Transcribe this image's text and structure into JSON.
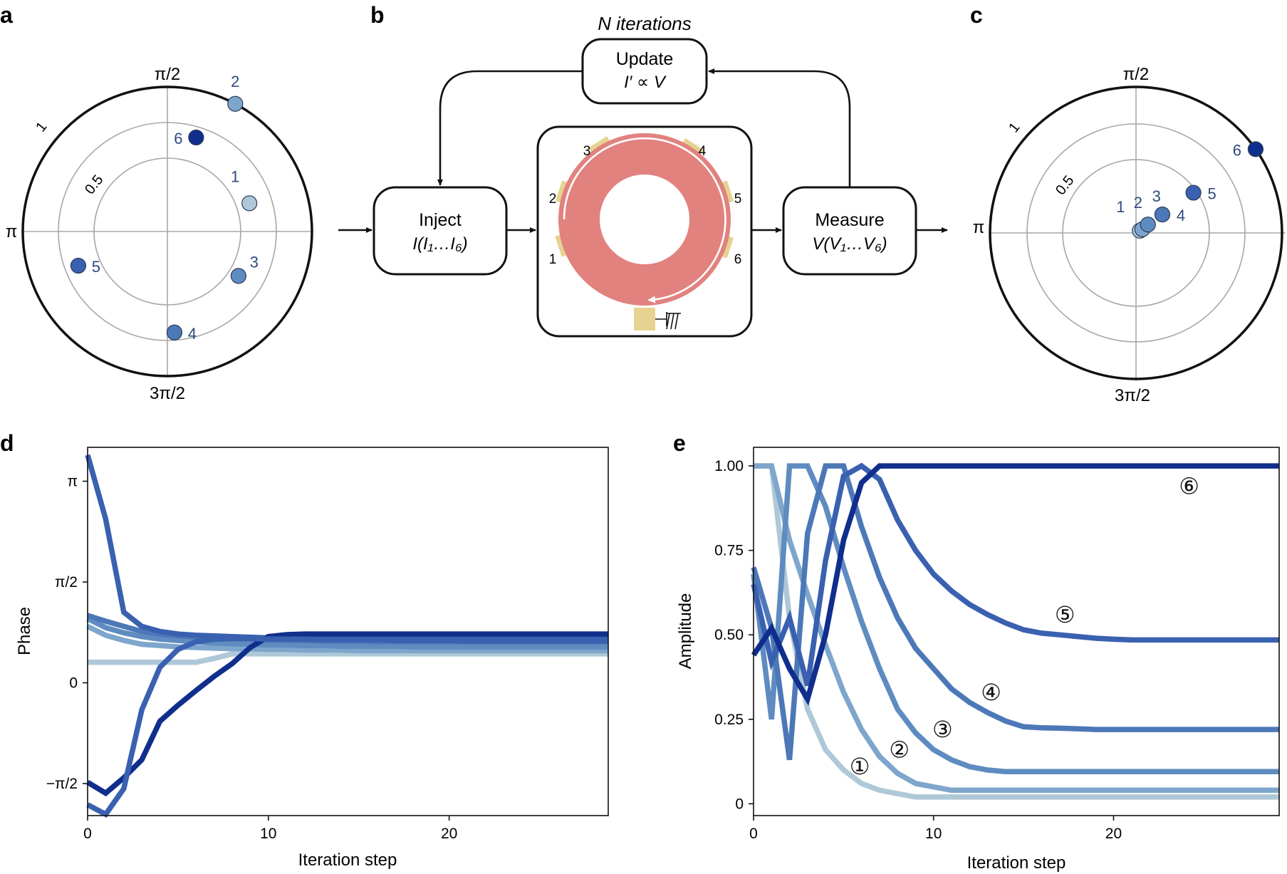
{
  "panel_labels": [
    "a",
    "b",
    "c",
    "d",
    "e"
  ],
  "colors": {
    "s1": "#afc8d8",
    "s2": "#7ea6cc",
    "s3": "#5f8cc0",
    "s4": "#4d78b8",
    "s5": "#3a60b0",
    "s6": "#102e8c",
    "ring": "#e1827f",
    "pad": "#e6d392",
    "label_text": "#2e4b7e"
  },
  "diagram": {
    "loop_label": "N iterations",
    "update_title": "Update",
    "update_formula": "I′ ∝ V",
    "inject_title": "Inject",
    "inject_formula": "I(I₁…I₆)",
    "measure_title": "Measure",
    "measure_formula": "V(V₁…V₆)",
    "contacts": [
      "1",
      "2",
      "3",
      "4",
      "5",
      "6"
    ]
  },
  "chart_data": [
    {
      "panel": "a",
      "type": "scatter",
      "coordinate_system": "polar",
      "angle_labels": [
        "π/2",
        "π",
        "3π/2"
      ],
      "radius_labels": [
        "0.5",
        "1"
      ],
      "rlim": [
        0,
        1
      ],
      "points": [
        {
          "label": "1",
          "r": 0.6,
          "theta_deg": 19
        },
        {
          "label": "2",
          "r": 1.0,
          "theta_deg": 62
        },
        {
          "label": "3",
          "r": 0.58,
          "theta_deg": -32
        },
        {
          "label": "4",
          "r": 0.7,
          "theta_deg": -86
        },
        {
          "label": "5",
          "r": 0.66,
          "theta_deg": 201
        },
        {
          "label": "6",
          "r": 0.68,
          "theta_deg": 73
        }
      ]
    },
    {
      "panel": "c",
      "type": "scatter",
      "coordinate_system": "polar",
      "angle_labels": [
        "π/2",
        "π",
        "3π/2"
      ],
      "radius_labels": [
        "0.5",
        "1"
      ],
      "rlim": [
        0,
        1
      ],
      "points": [
        {
          "label": "1",
          "r": 0.03,
          "theta_deg": 30
        },
        {
          "label": "2",
          "r": 0.05,
          "theta_deg": 30
        },
        {
          "label": "3",
          "r": 0.1,
          "theta_deg": 35
        },
        {
          "label": "4",
          "r": 0.22,
          "theta_deg": 35
        },
        {
          "label": "5",
          "r": 0.48,
          "theta_deg": 35
        },
        {
          "label": "6",
          "r": 1.0,
          "theta_deg": 35
        }
      ]
    },
    {
      "panel": "d",
      "type": "line",
      "xlabel": "Iteration step",
      "ylabel": "Phase",
      "xlim": [
        0,
        28.8
      ],
      "ylim": [
        -2.07,
        3.67
      ],
      "xticks": [
        0,
        10,
        20
      ],
      "xtick_labels": [
        "0",
        "10",
        "20"
      ],
      "yticks": [
        -1.5708,
        0,
        1.5708,
        3.1416
      ],
      "ytick_labels": [
        "−π/2",
        "0",
        "π/2",
        "π"
      ],
      "x": [
        0,
        1,
        2,
        3,
        4,
        5,
        6,
        7,
        8,
        9,
        10,
        11,
        12,
        13,
        14,
        15,
        16,
        17,
        18,
        19,
        20,
        21,
        22,
        23,
        24,
        25,
        26,
        27,
        28,
        28.8
      ],
      "series": [
        {
          "id": "1",
          "values": [
            0.32,
            0.32,
            0.32,
            0.32,
            0.32,
            0.32,
            0.32,
            0.38,
            0.45,
            0.45,
            0.45,
            0.45,
            0.45,
            0.45,
            0.45,
            0.45,
            0.45,
            0.45,
            0.45,
            0.45,
            0.45,
            0.45,
            0.45,
            0.45,
            0.45,
            0.45,
            0.45,
            0.45,
            0.45,
            0.45
          ]
        },
        {
          "id": "2",
          "values": [
            0.88,
            0.74,
            0.66,
            0.6,
            0.58,
            0.56,
            0.55,
            0.54,
            0.53,
            0.53,
            0.52,
            0.52,
            0.51,
            0.51,
            0.51,
            0.5,
            0.5,
            0.5,
            0.5,
            0.5,
            0.5,
            0.5,
            0.5,
            0.5,
            0.5,
            0.5,
            0.5,
            0.5,
            0.5,
            0.5
          ]
        },
        {
          "id": "3",
          "values": [
            1.0,
            0.86,
            0.78,
            0.72,
            0.68,
            0.66,
            0.64,
            0.62,
            0.61,
            0.6,
            0.59,
            0.59,
            0.58,
            0.58,
            0.57,
            0.57,
            0.57,
            0.57,
            0.56,
            0.56,
            0.56,
            0.56,
            0.56,
            0.56,
            0.56,
            0.56,
            0.56,
            0.56,
            0.56,
            0.56
          ]
        },
        {
          "id": "4",
          "values": [
            1.05,
            0.96,
            0.88,
            0.8,
            0.76,
            0.73,
            0.72,
            0.7,
            0.69,
            0.68,
            0.67,
            0.66,
            0.66,
            0.65,
            0.65,
            0.65,
            0.64,
            0.64,
            0.64,
            0.64,
            0.64,
            0.64,
            0.64,
            0.64,
            0.64,
            0.64,
            0.64,
            0.64,
            0.64,
            0.64
          ]
        },
        {
          "id": "5",
          "values": [
            3.55,
            2.55,
            1.1,
            0.88,
            0.8,
            0.76,
            0.74,
            0.73,
            0.72,
            0.71,
            0.7,
            0.7,
            0.69,
            0.69,
            0.69,
            0.68,
            0.68,
            0.68,
            0.68,
            0.68,
            0.68,
            0.68,
            0.68,
            0.68,
            0.68,
            0.68,
            0.68,
            0.68,
            0.68,
            0.68
          ]
        },
        {
          "id": "6",
          "values": [
            -1.55,
            -1.72,
            -1.48,
            -1.2,
            -0.6,
            -0.35,
            -0.12,
            0.1,
            0.3,
            0.55,
            0.72,
            0.75,
            0.76,
            0.76,
            0.76,
            0.76,
            0.76,
            0.76,
            0.76,
            0.76,
            0.76,
            0.76,
            0.76,
            0.76,
            0.76,
            0.76,
            0.76,
            0.76,
            0.76,
            0.76
          ]
        },
        {
          "id": "7",
          "values": [
            -1.9,
            -2.05,
            -1.65,
            -0.42,
            0.24,
            0.52,
            0.64,
            0.68,
            0.69,
            0.69,
            0.68,
            0.68,
            0.68,
            0.67,
            0.67,
            0.67,
            0.67,
            0.66,
            0.66,
            0.66,
            0.66,
            0.65,
            0.65,
            0.65,
            0.65,
            0.65,
            0.65,
            0.65,
            0.65,
            0.65
          ]
        }
      ]
    },
    {
      "panel": "e",
      "type": "line",
      "xlabel": "Iteration step",
      "ylabel": "Amplitude",
      "xlim": [
        0,
        29.2
      ],
      "ylim": [
        -0.035,
        1.055
      ],
      "xticks": [
        0,
        10,
        20
      ],
      "xtick_labels": [
        "0",
        "10",
        "20"
      ],
      "yticks": [
        0,
        0.25,
        0.5,
        0.75,
        1.0
      ],
      "ytick_labels": [
        "0",
        "0.25",
        "0.50",
        "0.75",
        "1.00"
      ],
      "x": [
        0,
        1,
        2,
        3,
        4,
        5,
        6,
        7,
        8,
        9,
        10,
        11,
        12,
        13,
        14,
        15,
        16,
        17,
        18,
        19,
        20,
        21,
        22,
        23,
        24,
        25,
        26,
        27,
        28,
        29.2
      ],
      "series": [
        {
          "id": "1",
          "values": [
            1.0,
            1.0,
            0.55,
            0.28,
            0.16,
            0.1,
            0.06,
            0.04,
            0.03,
            0.02,
            0.02,
            0.02,
            0.02,
            0.02,
            0.02,
            0.02,
            0.02,
            0.02,
            0.02,
            0.02,
            0.02,
            0.02,
            0.02,
            0.02,
            0.02,
            0.02,
            0.02,
            0.02,
            0.02,
            0.02
          ]
        },
        {
          "id": "2",
          "values": [
            1.0,
            1.0,
            0.78,
            0.62,
            0.47,
            0.33,
            0.22,
            0.14,
            0.09,
            0.06,
            0.05,
            0.04,
            0.04,
            0.04,
            0.04,
            0.04,
            0.04,
            0.04,
            0.04,
            0.04,
            0.04,
            0.04,
            0.04,
            0.04,
            0.04,
            0.04,
            0.04,
            0.04,
            0.04,
            0.04
          ]
        },
        {
          "id": "3",
          "values": [
            0.68,
            0.25,
            1.0,
            1.0,
            0.88,
            0.7,
            0.54,
            0.4,
            0.28,
            0.21,
            0.16,
            0.13,
            0.11,
            0.1,
            0.095,
            0.095,
            0.095,
            0.095,
            0.095,
            0.095,
            0.095,
            0.095,
            0.095,
            0.095,
            0.095,
            0.095,
            0.095,
            0.095,
            0.095,
            0.095
          ]
        },
        {
          "id": "4",
          "values": [
            0.7,
            0.52,
            0.13,
            0.8,
            1.0,
            1.0,
            0.82,
            0.67,
            0.55,
            0.46,
            0.4,
            0.34,
            0.3,
            0.27,
            0.245,
            0.228,
            0.225,
            0.224,
            0.222,
            0.22,
            0.22,
            0.22,
            0.22,
            0.22,
            0.22,
            0.22,
            0.22,
            0.22,
            0.22,
            0.22
          ]
        },
        {
          "id": "5",
          "values": [
            0.65,
            0.42,
            0.55,
            0.35,
            0.72,
            0.97,
            1.0,
            0.96,
            0.84,
            0.75,
            0.68,
            0.63,
            0.59,
            0.56,
            0.535,
            0.515,
            0.505,
            0.5,
            0.495,
            0.49,
            0.487,
            0.485,
            0.485,
            0.485,
            0.485,
            0.485,
            0.485,
            0.485,
            0.485,
            0.485
          ]
        },
        {
          "id": "6",
          "values": [
            0.44,
            0.52,
            0.4,
            0.31,
            0.5,
            0.78,
            0.95,
            1.0,
            1.0,
            1.0,
            1.0,
            1.0,
            1.0,
            1.0,
            1.0,
            1.0,
            1.0,
            1.0,
            1.0,
            1.0,
            1.0,
            1.0,
            1.0,
            1.0,
            1.0,
            1.0,
            1.0,
            1.0,
            1.0,
            1.0
          ]
        }
      ],
      "annotations": [
        {
          "text": "①",
          "x": 5.9,
          "y": 0.11
        },
        {
          "text": "②",
          "x": 8.1,
          "y": 0.16
        },
        {
          "text": "③",
          "x": 10.5,
          "y": 0.22
        },
        {
          "text": "④",
          "x": 13.2,
          "y": 0.33
        },
        {
          "text": "⑤",
          "x": 17.3,
          "y": 0.56
        },
        {
          "text": "⑥",
          "x": 24.2,
          "y": 0.94
        }
      ]
    }
  ]
}
